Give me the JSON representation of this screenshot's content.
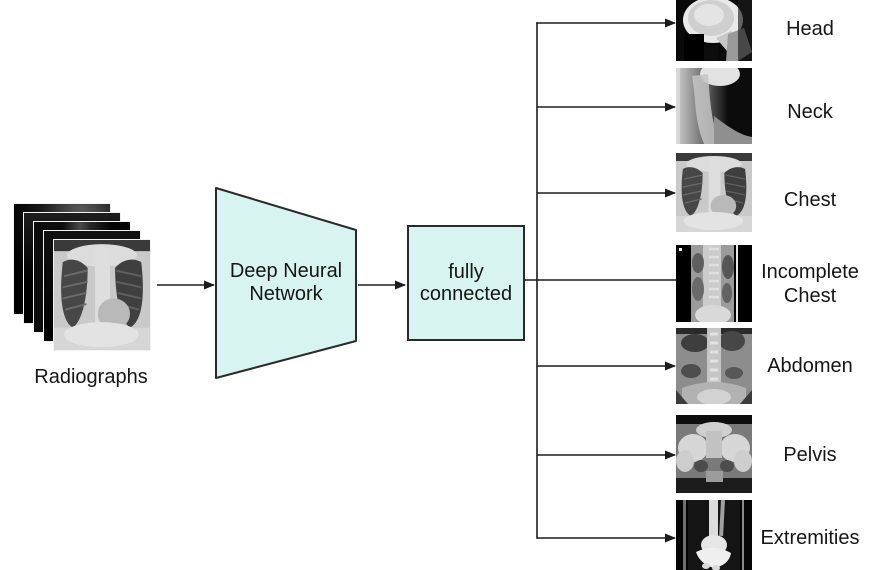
{
  "diagram": {
    "input_stack": {
      "label": "Radiographs",
      "image_name": "chest-radiograph-stack",
      "layer_count": 5
    },
    "nodes": {
      "network": {
        "label": "Deep Neural Network",
        "shape": "trapezoid"
      },
      "fully_connected": {
        "label": "fully connected",
        "shape": "rectangle"
      }
    },
    "outputs": [
      {
        "label": "Head",
        "image_name": "lateral-skull-xray"
      },
      {
        "label": "Neck",
        "image_name": "lateral-cervical-spine-xray"
      },
      {
        "label": "Chest",
        "image_name": "pa-chest-xray"
      },
      {
        "label": "Incomplete Chest",
        "image_name": "partial-chest-xray"
      },
      {
        "label": "Abdomen",
        "image_name": "abdomen-xray"
      },
      {
        "label": "Pelvis",
        "image_name": "pelvis-xray"
      },
      {
        "label": "Extremities",
        "image_name": "ankle-foot-xray"
      }
    ],
    "colors": {
      "node_fill": "#d8f4f0",
      "node_border": "#2a2a2a",
      "line": "#1c1c1c",
      "text": "#161616",
      "background": "#ffffff"
    }
  }
}
